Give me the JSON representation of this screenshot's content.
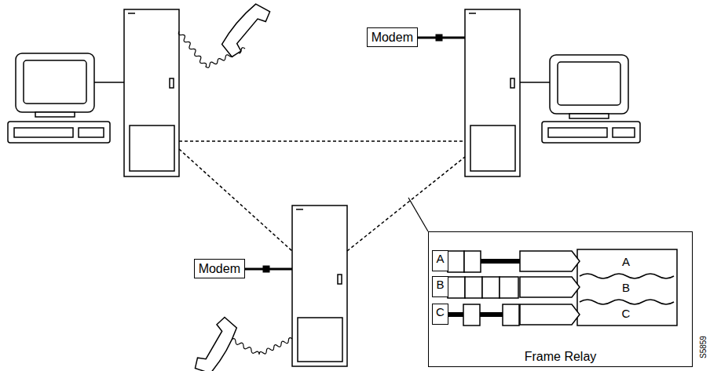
{
  "diagram": {
    "nodes": [
      {
        "text": [
          "Modem"
        ]
      },
      {
        "text": [
          "Modem"
        ]
      },
      {
        "text": [
          "Frame Relay"
        ]
      },
      {
        "text": [
          "A"
        ],
        "in": 2
      },
      {
        "text": [
          "B"
        ],
        "in": 2
      },
      {
        "text": [
          "C"
        ],
        "in": 2
      }
    ],
    "labels": [
      "A",
      "B",
      "C",
      "S5859"
    ]
  }
}
